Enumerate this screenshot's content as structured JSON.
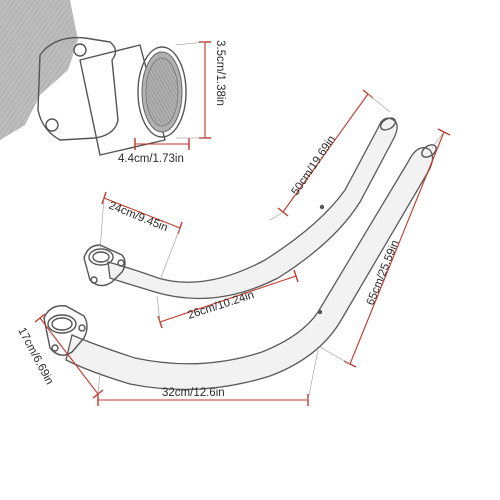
{
  "dimensions": {
    "inset_height": "3.5cm/1.38in",
    "inset_width": "4.4cm/1.73in",
    "upper_tip_length": "50cm/19.69in",
    "upper_flange_offset": "24cm/9.45in",
    "upper_horizontal": "26cm/10.24in",
    "lower_total_length": "65cm/25.59in",
    "lower_flange_height": "17cm/6.69in",
    "lower_horizontal": "32cm/12.6in"
  },
  "colors": {
    "dimension_line": "#c0392b",
    "outline": "#555555",
    "text": "#2b2b2b"
  }
}
